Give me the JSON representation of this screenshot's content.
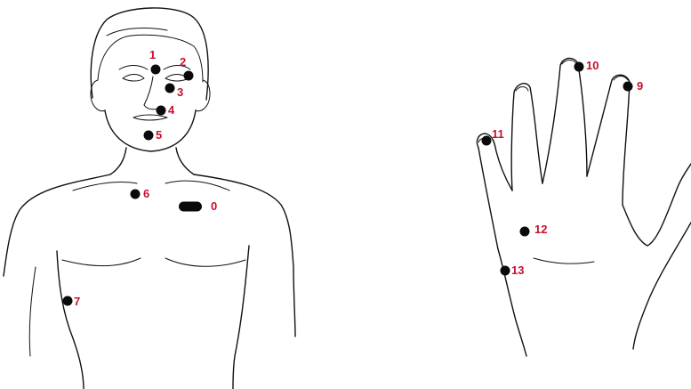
{
  "colors": {
    "point": "#0a0a0a",
    "label": "#c8102e"
  },
  "points": [
    {
      "label": "1"
    },
    {
      "label": "2"
    },
    {
      "label": "3"
    },
    {
      "label": "4"
    },
    {
      "label": "5"
    },
    {
      "label": "6"
    },
    {
      "label": "0"
    },
    {
      "label": "7"
    },
    {
      "label": "10"
    },
    {
      "label": "9"
    },
    {
      "label": "11"
    },
    {
      "label": "12"
    },
    {
      "label": "13"
    }
  ]
}
